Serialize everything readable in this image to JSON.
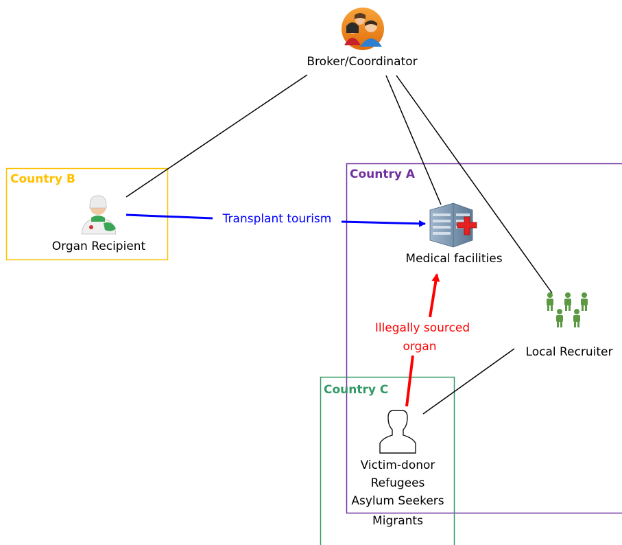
{
  "nodes": {
    "broker": {
      "label": "Broker/Coordinator",
      "icon": "people-group-icon"
    },
    "recipient": {
      "label": "Organ Recipient",
      "icon": "patient-icon"
    },
    "medical": {
      "label": "Medical facilities",
      "icon": "hospital-icon"
    },
    "recruiter": {
      "label": "Local Recruiter",
      "icon": "people-group-icon"
    },
    "victim": {
      "icon": "person-outline-icon",
      "lines": [
        "Victim-donor",
        "Refugees",
        "Asylum Seekers",
        "Migrants"
      ]
    }
  },
  "regions": {
    "country_b": {
      "label": "Country B",
      "color": "#ffc000"
    },
    "country_a": {
      "label": "Country A",
      "color": "#7030a0"
    },
    "country_c": {
      "label": "Country C",
      "color": "#339966"
    }
  },
  "edges": {
    "transplant_tourism": {
      "label": "Transplant tourism",
      "color": "#0000ff"
    },
    "illegal_organ": {
      "label_lines": [
        "Illegally sourced",
        "organ"
      ],
      "color": "#ff0000"
    }
  }
}
